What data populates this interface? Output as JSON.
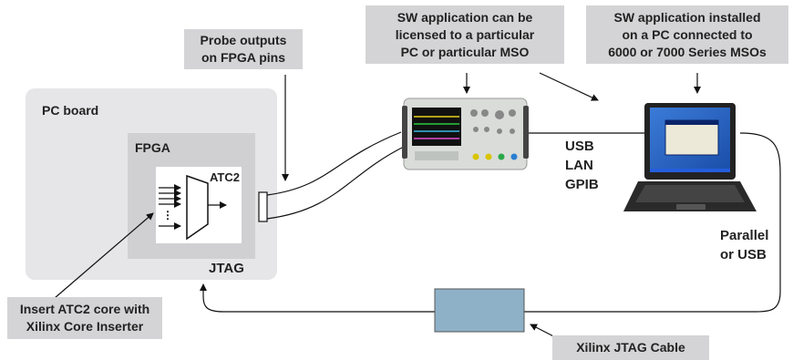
{
  "callouts": {
    "probe_outputs": [
      "Probe outputs",
      "on FPGA pins"
    ],
    "sw_licensed": [
      "SW application can be",
      "licensed to a particular",
      "PC or particular MSO"
    ],
    "sw_installed": [
      "SW application installed",
      "on a PC connected to",
      "6000 or 7000 Series MSOs"
    ],
    "insert_core": [
      "Insert ATC2 core with",
      "Xilinx Core Inserter"
    ],
    "jtag_cable": [
      "Xilinx JTAG Cable"
    ]
  },
  "labels": {
    "pc_board": "PC board",
    "fpga": "FPGA",
    "atc2": "ATC2",
    "jtag": "JTAG",
    "usb": "USB",
    "lan": "LAN",
    "gpib": "GPIB",
    "parallel": "Parallel",
    "or_usb": "or USB"
  },
  "colors": {
    "board": "#e6e6e8",
    "fpga": "#d0d0d2",
    "callout": "#d4d4d6",
    "jtag_cable_box": "#8fb1c8"
  }
}
